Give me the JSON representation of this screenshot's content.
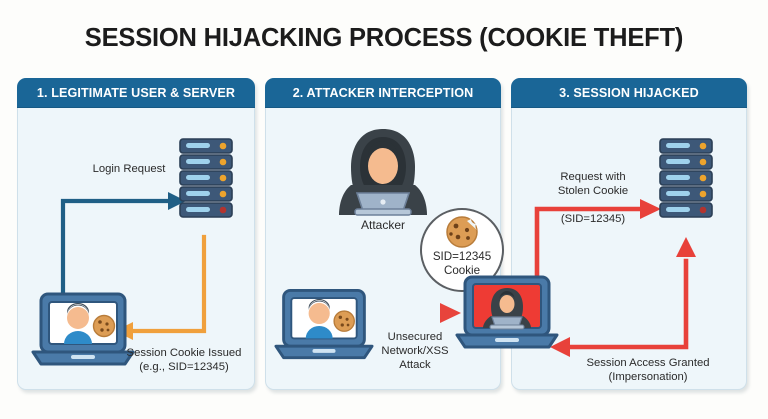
{
  "title": "SESSION HIJACKING PROCESS (COOKIE THEFT)",
  "colors": {
    "page_background": "#fdfdfb",
    "panel_header": "#1a6697",
    "panel_background": "#eef6fa",
    "panel_border": "#cfe0ea",
    "arrow_blue": "#1f5f86",
    "arrow_orange": "#f0a03c",
    "arrow_red": "#e8413a",
    "arrow_orange_red_gradient_start": "#f08a4b",
    "arrow_orange_red_gradient_end": "#e8443c",
    "title_text": "#1c1c1c",
    "label_text": "#2b2b2b",
    "server_body": "#3d5878",
    "server_slot": "#9fd2ec",
    "laptop_body": "#3f6b96",
    "laptop_screen_safe": "#ffffff",
    "laptop_screen_hacked": "#ee3b34",
    "cookie": "#d99a54",
    "attacker_hood": "#3a4248",
    "skin": "#f5bb8f",
    "callout_bubble_fill": "#ffffff",
    "callout_bubble_stroke": "#5b5f63",
    "callout_tail": "#b9bcbf"
  },
  "panels": [
    {
      "id": "panel-1",
      "header": "1. LEGITIMATE USER & SERVER",
      "icons": [
        {
          "name": "server-rack-icon",
          "units": 5
        },
        {
          "name": "user-laptop-icon",
          "badge": "cookie-icon"
        }
      ],
      "flows": [
        {
          "name": "login-request-flow",
          "label": "Login Request",
          "color": "#1f5f86",
          "direction": "user-to-server"
        },
        {
          "name": "session-cookie-flow",
          "label_line1": "Session Cookie Issued",
          "label_line2": "(e.g., SID=12345)",
          "color": "#f0a03c",
          "direction": "server-to-user"
        }
      ]
    },
    {
      "id": "panel-2",
      "header": "2. ATTACKER INTERCEPTION",
      "icons": [
        {
          "name": "attacker-hacker-icon",
          "caption": "Attacker"
        },
        {
          "name": "user-laptop-icon",
          "badge": "cookie-icon"
        },
        {
          "name": "hacked-laptop-icon"
        }
      ],
      "callout": {
        "name": "stolen-cookie-callout",
        "line1": "SID=12345",
        "line2": "Cookie",
        "icon": "cookie-icon"
      },
      "flows": [
        {
          "name": "interception-flow",
          "label_line1": "Unsecured",
          "label_line2": "Network/XSS",
          "label_line3": "Attack",
          "color": "#e8443c",
          "direction": "user-to-attacker"
        }
      ]
    },
    {
      "id": "panel-3",
      "header": "3. SESSION HIJACKED",
      "icons": [
        {
          "name": "server-rack-icon",
          "units": 5
        },
        {
          "name": "hacked-laptop-icon"
        }
      ],
      "flows": [
        {
          "name": "stolen-request-flow",
          "label_line1": "Request with",
          "label_line2": "Stolen Cookie",
          "label_line3": "(SID=12345)",
          "color": "#e8413a",
          "direction": "attacker-to-server"
        },
        {
          "name": "access-granted-flow",
          "label_line1": "Session Access Granted",
          "label_line2": "(Impersonation)",
          "color": "#e8413a",
          "direction": "server-to-attacker"
        }
      ]
    }
  ]
}
